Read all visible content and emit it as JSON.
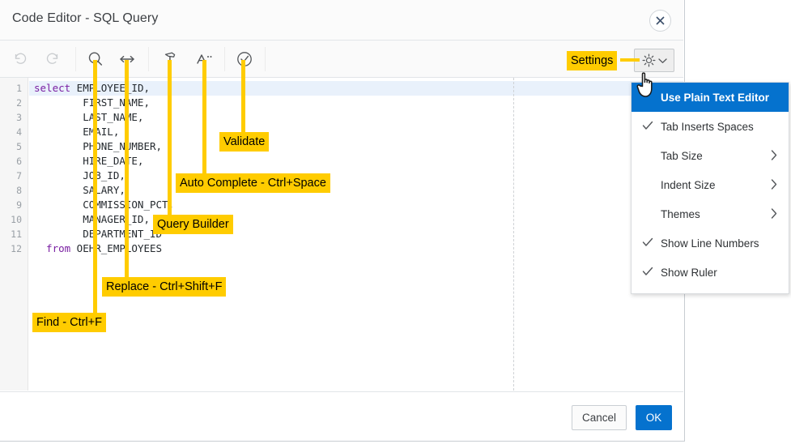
{
  "dialog": {
    "title": "Code Editor - SQL Query",
    "close_icon": "close-icon"
  },
  "toolbar": {
    "buttons": [
      {
        "name": "undo-button",
        "icon": "undo-icon",
        "label": "Undo",
        "disabled": true
      },
      {
        "name": "redo-button",
        "icon": "redo-icon",
        "label": "Redo",
        "disabled": true
      },
      {
        "name": "find-button",
        "icon": "search-icon",
        "label": "Find",
        "disabled": false
      },
      {
        "name": "replace-button",
        "icon": "replace-arrows-icon",
        "label": "Replace",
        "disabled": false
      },
      {
        "name": "query-builder-button",
        "icon": "hammer-icon",
        "label": "Query Builder",
        "disabled": false
      },
      {
        "name": "auto-complete-button",
        "icon": "a-dots-icon",
        "label": "Auto Complete",
        "disabled": false
      },
      {
        "name": "validate-button",
        "icon": "check-circle-icon",
        "label": "Validate",
        "disabled": false
      }
    ],
    "settings_button": {
      "icon": "gear-icon",
      "chevron": "chevron-down-icon",
      "label": "Settings"
    }
  },
  "editor": {
    "line_numbers": [
      "1",
      "2",
      "3",
      "4",
      "5",
      "6",
      "7",
      "8",
      "9",
      "10",
      "11",
      "12"
    ],
    "code_lines": [
      {
        "keyword": "select",
        "rest": " EMPLOYEE_ID,"
      },
      {
        "keyword": "",
        "rest": "        FIRST_NAME,"
      },
      {
        "keyword": "",
        "rest": "        LAST_NAME,"
      },
      {
        "keyword": "",
        "rest": "        EMAIL,"
      },
      {
        "keyword": "",
        "rest": "        PHONE_NUMBER,"
      },
      {
        "keyword": "",
        "rest": "        HIRE_DATE,"
      },
      {
        "keyword": "",
        "rest": "        JOB_ID,"
      },
      {
        "keyword": "",
        "rest": "        SALARY,"
      },
      {
        "keyword": "",
        "rest": "        COMMISSION_PCT,"
      },
      {
        "keyword": "",
        "rest": "        MANAGER_ID,"
      },
      {
        "keyword": "",
        "rest": "        DEPARTMENT_ID"
      },
      {
        "keyword": "  from",
        "rest": " OEHR_EMPLOYEES"
      }
    ],
    "current_line": 1,
    "highlight_color": "#e9f1fb",
    "keyword_color": "#7a1fa2"
  },
  "footer": {
    "cancel_label": "Cancel",
    "ok_label": "OK",
    "ok_color": "#0572ce"
  },
  "settings_menu": {
    "items": [
      {
        "label": "Use Plain Text Editor",
        "checked": false,
        "submenu": false,
        "highlighted": true
      },
      {
        "label": "Tab Inserts Spaces",
        "checked": true,
        "submenu": false,
        "highlighted": false
      },
      {
        "label": "Tab Size",
        "checked": false,
        "submenu": true,
        "highlighted": false
      },
      {
        "label": "Indent Size",
        "checked": false,
        "submenu": true,
        "highlighted": false
      },
      {
        "label": "Themes",
        "checked": false,
        "submenu": true,
        "highlighted": false
      },
      {
        "label": "Show Line Numbers",
        "checked": true,
        "submenu": false,
        "highlighted": false
      },
      {
        "label": "Show Ruler",
        "checked": true,
        "submenu": false,
        "highlighted": false
      }
    ],
    "highlight_color": "#0572ce"
  },
  "annotations": {
    "color": "#ffcc00",
    "labels": [
      {
        "name": "annotation-settings",
        "text": "Settings"
      },
      {
        "name": "annotation-validate",
        "text": "Validate"
      },
      {
        "name": "annotation-auto-complete",
        "text": "Auto Complete - Ctrl+Space"
      },
      {
        "name": "annotation-query-builder",
        "text": "Query Builder"
      },
      {
        "name": "annotation-replace",
        "text": "Replace - Ctrl+Shift+F"
      },
      {
        "name": "annotation-find",
        "text": "Find - Ctrl+F"
      }
    ]
  },
  "cursor": {
    "icon": "pointing-hand-cursor"
  }
}
